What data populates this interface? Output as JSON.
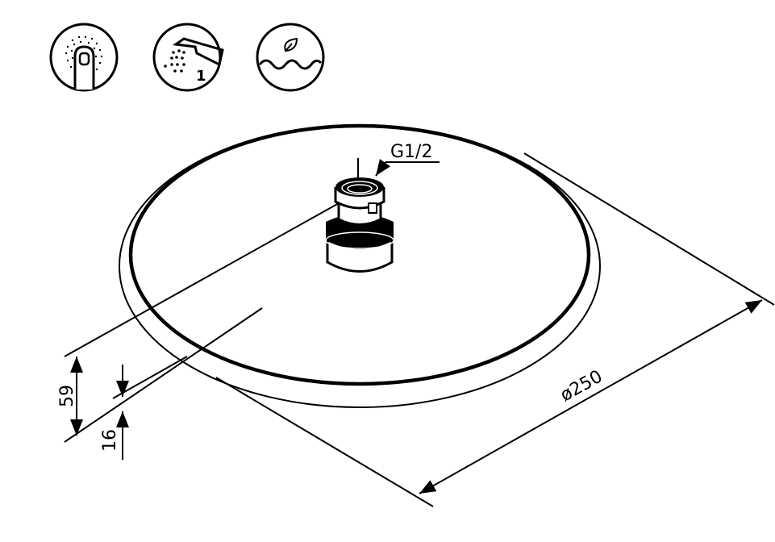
{
  "icons": [
    {
      "name": "touch-control-icon"
    },
    {
      "name": "single-spray-function-icon",
      "text": "1"
    },
    {
      "name": "eco-water-saving-icon"
    }
  ],
  "dimensions": {
    "connection": "G1/2",
    "diameter": "ø250",
    "height_total": "59",
    "height_plate": "16"
  },
  "colors": {
    "line": "#000000",
    "background": "#ffffff"
  }
}
